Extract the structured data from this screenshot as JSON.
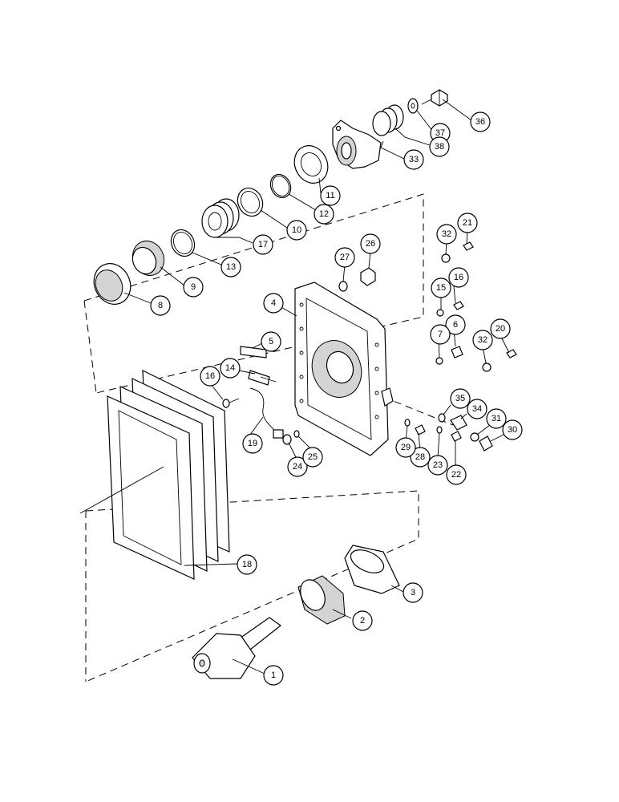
{
  "callouts": [
    {
      "label": "1"
    },
    {
      "label": "2"
    },
    {
      "label": "3"
    },
    {
      "label": "4"
    },
    {
      "label": "5"
    },
    {
      "label": "6"
    },
    {
      "label": "7"
    },
    {
      "label": "8"
    },
    {
      "label": "9"
    },
    {
      "label": "10"
    },
    {
      "label": "11"
    },
    {
      "label": "12"
    },
    {
      "label": "13"
    },
    {
      "label": "14"
    },
    {
      "label": "15"
    },
    {
      "label": "16"
    },
    {
      "label": "16"
    },
    {
      "label": "17"
    },
    {
      "label": "18"
    },
    {
      "label": "19"
    },
    {
      "label": "20"
    },
    {
      "label": "21"
    },
    {
      "label": "22"
    },
    {
      "label": "23"
    },
    {
      "label": "24"
    },
    {
      "label": "25"
    },
    {
      "label": "26"
    },
    {
      "label": "27"
    },
    {
      "label": "28"
    },
    {
      "label": "29"
    },
    {
      "label": "30"
    },
    {
      "label": "31"
    },
    {
      "label": "32"
    },
    {
      "label": "32"
    },
    {
      "label": "33"
    },
    {
      "label": "34"
    },
    {
      "label": "35"
    },
    {
      "label": "36"
    },
    {
      "label": "37"
    },
    {
      "label": "38"
    }
  ]
}
